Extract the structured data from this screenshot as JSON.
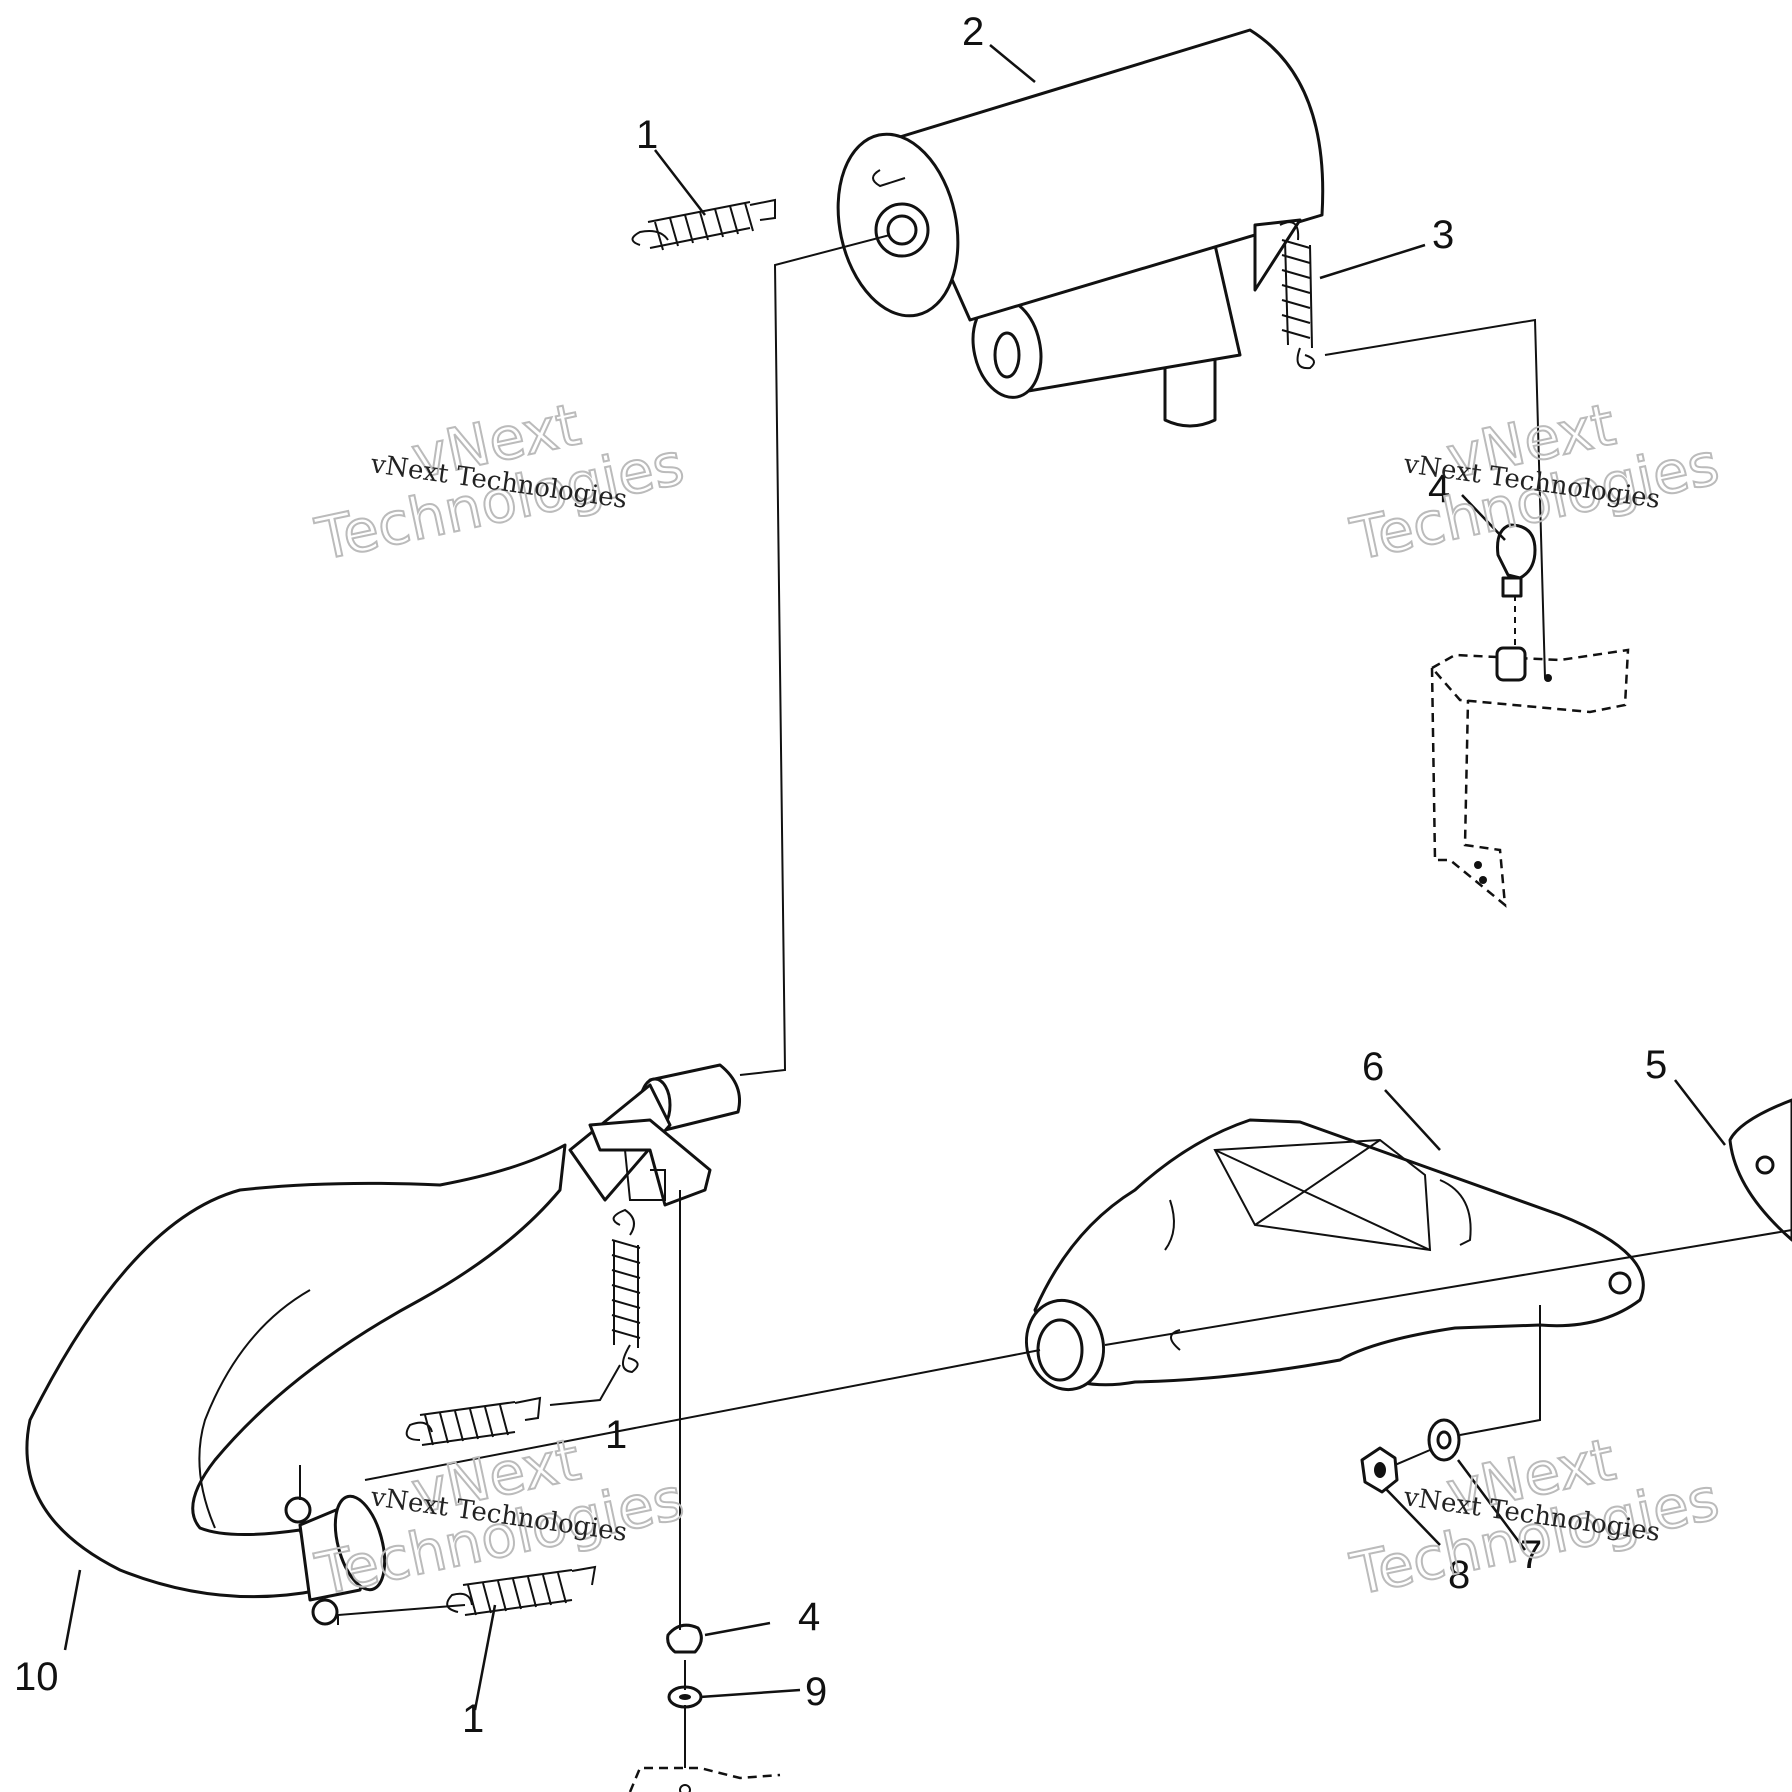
{
  "diagram": {
    "callouts": [
      {
        "id": "c2",
        "text": "2"
      },
      {
        "id": "c1a",
        "text": "1"
      },
      {
        "id": "c3",
        "text": "3"
      },
      {
        "id": "c4a",
        "text": "4"
      },
      {
        "id": "c6",
        "text": "6"
      },
      {
        "id": "c5",
        "text": "5"
      },
      {
        "id": "c1b",
        "text": "1"
      },
      {
        "id": "c4b",
        "text": "4"
      },
      {
        "id": "c9",
        "text": "9"
      },
      {
        "id": "c10",
        "text": "10"
      },
      {
        "id": "c1c",
        "text": "1"
      },
      {
        "id": "c8",
        "text": "8"
      },
      {
        "id": "c7",
        "text": "7"
      }
    ],
    "watermarks": [
      {
        "line1": "vNext",
        "line2": "Technologies",
        "caption": "vNext Technologies"
      },
      {
        "line1": "vNext",
        "line2": "Technologies",
        "caption": "vNext Technologies"
      },
      {
        "line1": "vNext",
        "line2": "Technologies",
        "caption": "vNext Technologies"
      },
      {
        "line1": "vNext",
        "line2": "Technologies",
        "caption": "vNext Technologies"
      }
    ]
  }
}
